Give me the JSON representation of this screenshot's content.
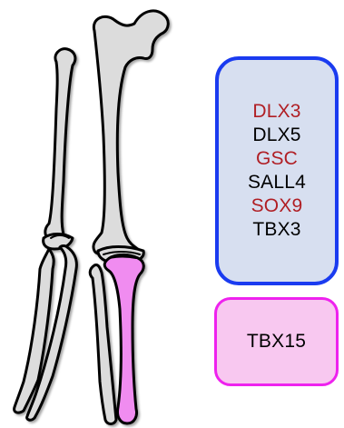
{
  "blue_box": {
    "genes": [
      {
        "label": "DLX3",
        "color": "#b01e24"
      },
      {
        "label": "DLX5",
        "color": "#000000"
      },
      {
        "label": "GSC",
        "color": "#b01e24"
      },
      {
        "label": "SALL4",
        "color": "#000000"
      },
      {
        "label": "SOX9",
        "color": "#b01e24"
      },
      {
        "label": "TBX3",
        "color": "#000000"
      }
    ],
    "border_color": "#1a3bf0",
    "fill_color": "#d7dff0"
  },
  "pink_box": {
    "genes": [
      {
        "label": "TBX15",
        "color": "#000000"
      }
    ],
    "border_color": "#ee22ee",
    "fill_color": "#f8c8f0"
  },
  "skeleton": {
    "bone_color": "#dcdcdc",
    "outline_color": "#000000",
    "highlight_color": "#f08cf0",
    "highlighted_bone": "tibia"
  }
}
